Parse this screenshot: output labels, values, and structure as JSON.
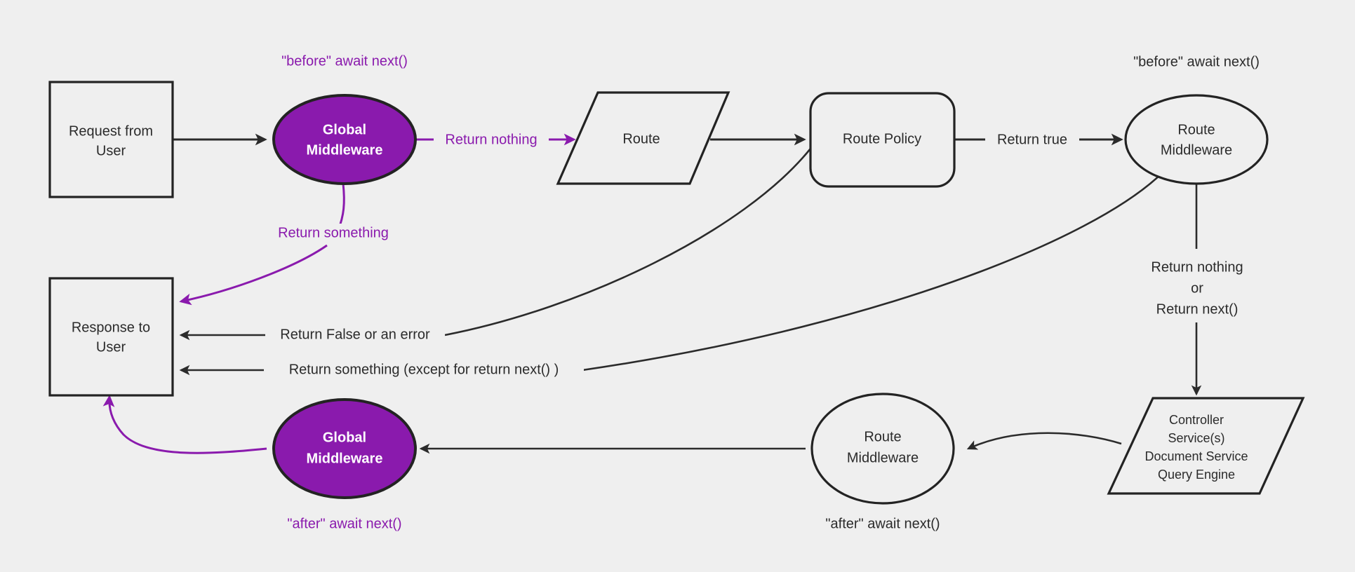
{
  "canvas": {
    "background_color": "#efefef",
    "stroke_color": "#2b2b2b",
    "accent_color": "#8a1aad"
  },
  "nodes": {
    "request": {
      "line1": "Request from",
      "line2": "User"
    },
    "global_middleware_top": {
      "line1": "Global",
      "line2": "Middleware"
    },
    "route": {
      "line1": "Route"
    },
    "route_policy": {
      "line1": "Route Policy"
    },
    "route_middleware_top": {
      "line1": "Route",
      "line2": "Middleware"
    },
    "controller": {
      "line1": "Controller",
      "line2": "Service(s)",
      "line3": "Document Service",
      "line4": "Query Engine"
    },
    "route_middleware_bottom": {
      "line1": "Route",
      "line2": "Middleware"
    },
    "global_middleware_bottom": {
      "line1": "Global",
      "line2": "Middleware"
    },
    "response": {
      "line1": "Response to",
      "line2": "User"
    }
  },
  "annotations": {
    "before_global": "\"before\" await next()",
    "before_route_mw": "\"before\" await next()",
    "after_global": "\"after\" await next()",
    "after_route_mw": "\"after\" await next()"
  },
  "edges": {
    "request_to_global": {
      "label": ""
    },
    "global_to_route": {
      "label": "Return nothing"
    },
    "global_to_response": {
      "label": "Return something"
    },
    "route_to_policy": {
      "label": ""
    },
    "policy_to_route_mw": {
      "label": "Return true"
    },
    "policy_to_response": {
      "label": "Return False or an error"
    },
    "route_mw_to_controller": {
      "label_line1": "Return nothing",
      "label_line2": "or",
      "label_line3": "Return next()"
    },
    "route_mw_to_response": {
      "label": "Return something (except for return next() )"
    },
    "controller_to_route_mw_bottom": {
      "label": ""
    },
    "route_mw_bottom_to_global_bottom": {
      "label": ""
    },
    "global_bottom_to_response": {
      "label": ""
    }
  }
}
